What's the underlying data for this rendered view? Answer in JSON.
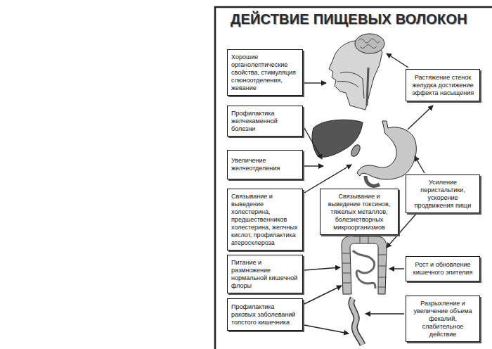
{
  "diagram": {
    "title": "ДЕЙСТВИЕ ПИЩЕВЫХ ВОЛОКОН",
    "nodes": [
      {
        "text": [
          "Хорошие органолептические свойства, стимуляция слюноотделения, жевание"
        ]
      },
      {
        "text": [
          "Растяжение стенок желудка достижение эффекта насыщения"
        ]
      },
      {
        "text": [
          "Профилактика желчекаменной болезни"
        ]
      },
      {
        "text": [
          "Увеличение желчеотделения"
        ]
      },
      {
        "text": [
          "Связывание и выведение холестерина, предшественников холестерина, желчных кислот, профилактика атеросклероза"
        ]
      },
      {
        "text": [
          "Связывание и выведение токсинов, тяжелых металлов, болезнетворных микроорганизмов"
        ]
      },
      {
        "text": [
          "Усиление перистальтики, ускорение продвижения пищи"
        ]
      },
      {
        "text": [
          "Питание и размножение нормальной кишечной флоры"
        ]
      },
      {
        "text": [
          "Рост и обновление кишечного эпителия"
        ]
      },
      {
        "text": [
          "Профилактика раковых заболеваний толстого кишечника"
        ]
      },
      {
        "text": [
          "Разрыхление и увеличение объема фекалий, слабительное действие"
        ]
      }
    ]
  }
}
